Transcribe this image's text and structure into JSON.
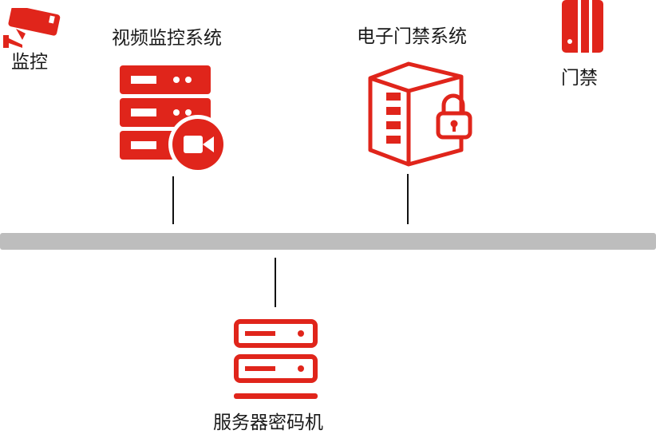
{
  "colors": {
    "accent": "#e0251b",
    "bus": "#bdbdbd",
    "line": "#111111",
    "text": "#1a1a1a"
  },
  "labels": {
    "camera": "监控",
    "video_system": "视频监控系统",
    "access_system": "电子门禁系统",
    "door": "门禁",
    "crypto_server": "服务器密码机"
  },
  "icons": {
    "camera": "cctv-camera-icon",
    "video_server": "video-server-icon",
    "access_server": "locked-server-icon",
    "door": "door-card-reader-icon",
    "crypto": "server-rack-icon"
  }
}
